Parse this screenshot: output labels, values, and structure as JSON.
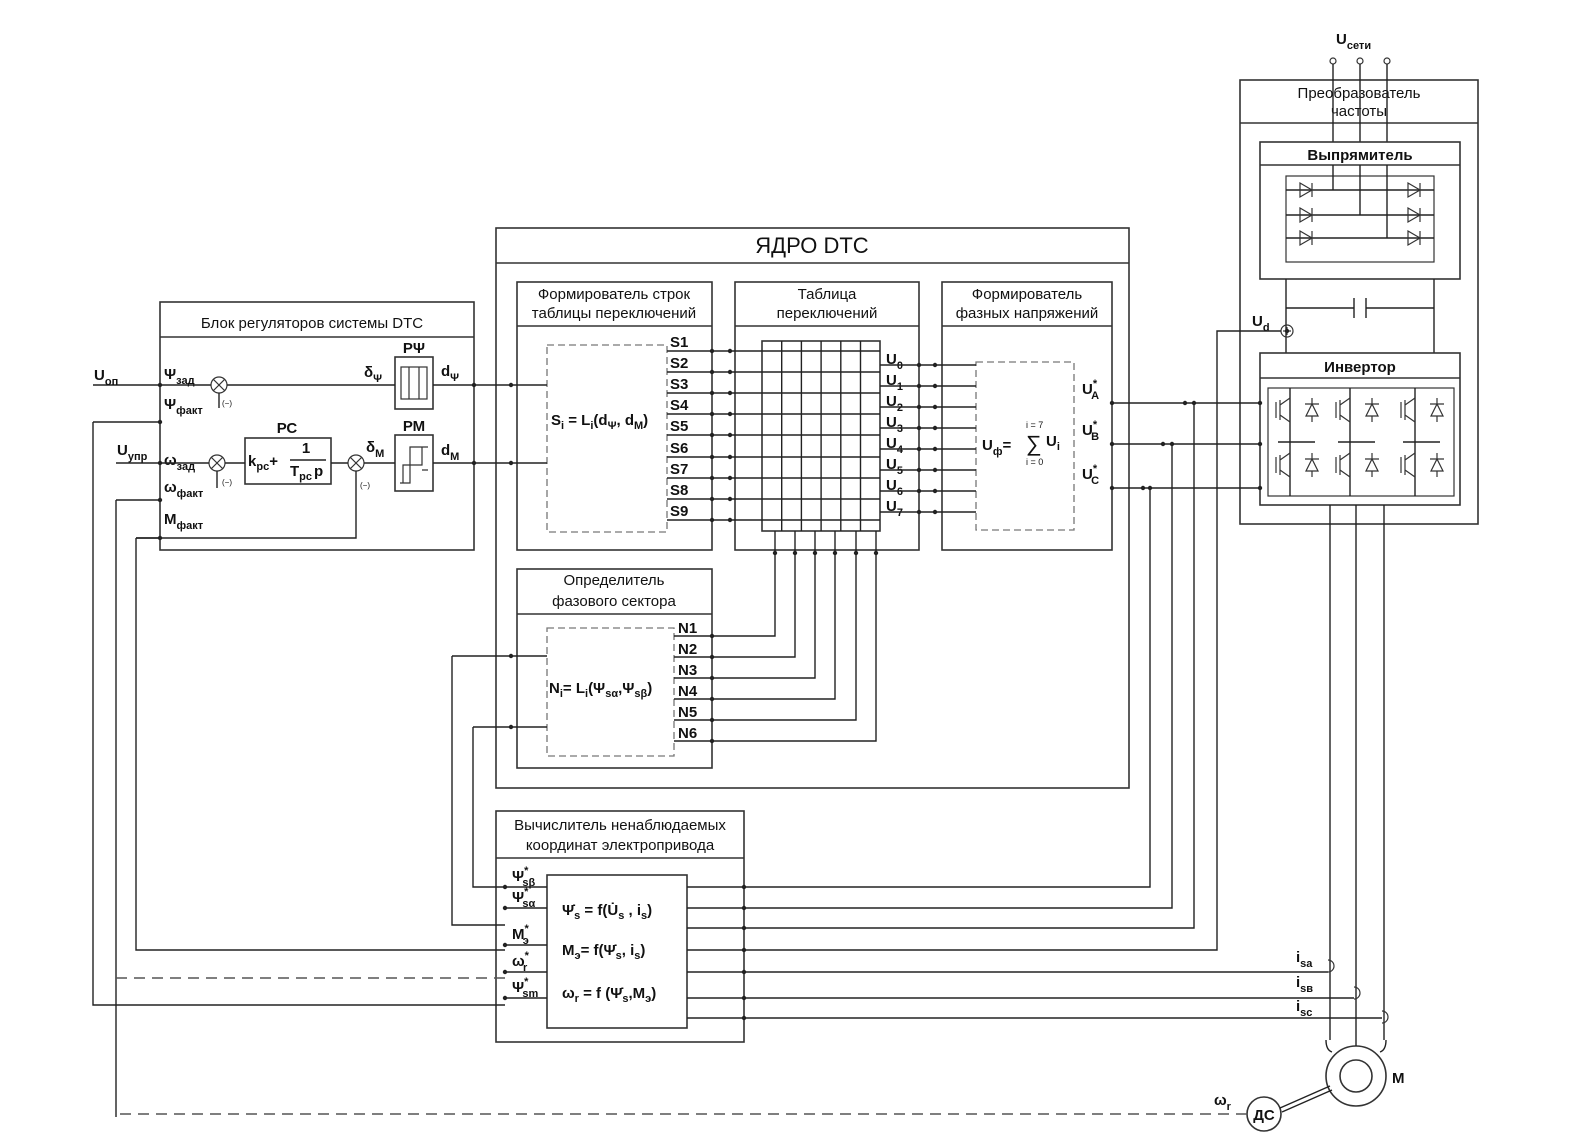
{
  "blocks": {
    "regulators": {
      "title": "Блок регуляторов системы DTC",
      "rpsi": "РΨ",
      "rm": "РМ",
      "rs": "РС"
    },
    "dtc_core": {
      "title": "ЯДРО  DTC"
    },
    "row_former": {
      "title1": "Формирователь строк",
      "title2": "таблицы переключений"
    },
    "switch_table": {
      "title1": "Таблица",
      "title2": "переключений"
    },
    "phase_former": {
      "title1": "Формирователь",
      "title2": "фазных напряжений"
    },
    "sector": {
      "title1": "Определитель",
      "title2": "фазового сектора"
    },
    "estimator": {
      "title1": "Вычислитель ненаблюдаемых",
      "title2": "координат электропривода"
    },
    "converter": {
      "title1": "Преобразователь",
      "title2": "частоты"
    },
    "rectifier": {
      "title": "Выпрямитель"
    },
    "inverter": {
      "title": "Инвертор"
    }
  },
  "inputs": {
    "u_op": "U",
    "u_op_sub": "оп",
    "u_upr": "U",
    "u_upr_sub": "упр",
    "u_grid": "U",
    "u_grid_sub": "сети"
  },
  "reg_labels": {
    "psi_zad": "Ψ",
    "psi_zad_sub": "зад",
    "psi_fakt": "Ψ",
    "psi_fakt_sub": "факт",
    "omega_zad": "ω",
    "omega_zad_sub": "зад",
    "omega_fakt": "ω",
    "omega_fakt_sub": "факт",
    "m_fakt": "M",
    "m_fakt_sub": "факт",
    "minus": "(−)",
    "kpc": "k",
    "kpc_sub": "рс",
    "plus": "+",
    "one": "1",
    "tpc": "T",
    "tpc_sub": "рс",
    "p": "p",
    "delta_psi": "δ",
    "delta_psi_sub": "Ψ",
    "delta_m": "δ",
    "delta_m_sub": "М",
    "d_psi": "d",
    "d_psi_sub": "Ψ",
    "d_m": "d",
    "d_m_sub": "М"
  },
  "formulas": {
    "si": "S",
    "si_sub": "i",
    "si_rhs": " = L",
    "si_rhs_sub": "i",
    "si_args": "(d",
    "si_arg1_sub": "Ψ",
    "si_comma": ", d",
    "si_arg2_sub": "М",
    "si_close": ")",
    "ni": "N",
    "ni_sub": "i",
    "ni_rhs": "= L",
    "ni_rhs_sub": "i",
    "ni_args": "(Ψ",
    "ni_arg1_sub": "sα",
    "ni_comma": ",Ψ",
    "ni_arg2_sub": "sβ",
    "ni_close": ")",
    "uf": "U",
    "uf_sub": "ф",
    "uf_eq": "=",
    "uf_sum": "∑",
    "uf_top": "i = 7",
    "uf_bot": "i = 0",
    "uf_ui": "U",
    "uf_ui_sub": "i",
    "est1": "Ψ̇",
    "est1_sub": "s",
    "est1_rhs": " = f(U̇",
    "est1_rhs_sub1": "s",
    "est1_mid": " , i",
    "est1_rhs_sub2": "s",
    "est1_close": ")",
    "est2": "M",
    "est2_sub": "э",
    "est2_rhs": "= f(Ψ̇",
    "est2_rhs_sub1": "s",
    "est2_mid": ", i",
    "est2_rhs_sub2": "s",
    "est2_close": ")",
    "est3": "ω",
    "est3_sub": "r",
    "est3_rhs": " = f (Ψ̇",
    "est3_rhs_sub1": "s",
    "est3_mid": ",M",
    "est3_rhs_sub2": "э",
    "est3_close": ")"
  },
  "s_outputs": [
    "S1",
    "S2",
    "S3",
    "S4",
    "S5",
    "S6",
    "S7",
    "S8",
    "S9"
  ],
  "u_outputs": [
    {
      "main": "U",
      "sub": "0"
    },
    {
      "main": "U",
      "sub": "1"
    },
    {
      "main": "U",
      "sub": "2"
    },
    {
      "main": "U",
      "sub": "3"
    },
    {
      "main": "U",
      "sub": "4"
    },
    {
      "main": "U",
      "sub": "5"
    },
    {
      "main": "U",
      "sub": "6"
    },
    {
      "main": "U",
      "sub": "7"
    }
  ],
  "n_outputs": [
    "N1",
    "N2",
    "N3",
    "N4",
    "N5",
    "N6"
  ],
  "phase_outputs": [
    {
      "main": "U",
      "sub": "A",
      "sup": "*"
    },
    {
      "main": "U",
      "sub": "B",
      "sup": "*"
    },
    {
      "main": "U",
      "sub": "C",
      "sup": "*"
    }
  ],
  "est_outputs": [
    {
      "main": "Ψ",
      "sub": "sβ",
      "sup": "*"
    },
    {
      "main": "Ψ",
      "sub": "sα",
      "sup": "*"
    },
    {
      "main": "M",
      "sub": "э",
      "sup": "*"
    },
    {
      "main": "ω",
      "sub": "r",
      "sup": "*"
    },
    {
      "main": "Ψ",
      "sub": "sm",
      "sup": "*"
    }
  ],
  "power": {
    "ud": "U",
    "ud_sub": "d",
    "isa": "i",
    "isa_sub": "sa",
    "isb": "i",
    "isb_sub": "sв",
    "isc": "i",
    "isc_sub": "sc",
    "motor": "M",
    "sensor": "ДС",
    "omega_r": "ω",
    "omega_r_sub": "r"
  }
}
